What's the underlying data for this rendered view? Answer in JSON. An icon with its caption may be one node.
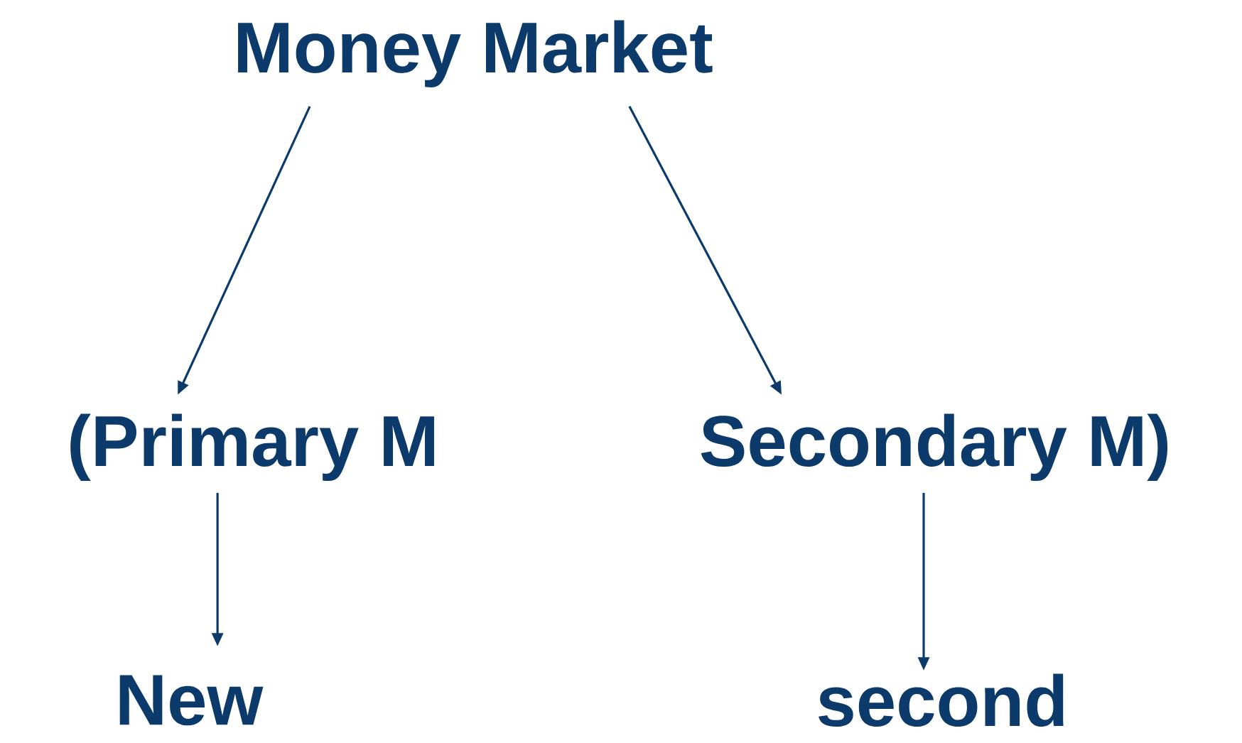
{
  "diagram": {
    "nodes": [
      {
        "text": [
          "Money Market"
        ]
      },
      {
        "text": [
          "(Primary M"
        ]
      },
      {
        "text": [
          "Secondary M)"
        ]
      },
      {
        "text": [
          "New"
        ]
      },
      {
        "text": [
          "second"
        ]
      }
    ],
    "edges": [
      {
        "from": 0,
        "to": 1,
        "arrow": "to"
      },
      {
        "from": 0,
        "to": 2,
        "arrow": "to"
      },
      {
        "from": 1,
        "to": 3,
        "arrow": "to"
      },
      {
        "from": 2,
        "to": 4,
        "arrow": "to"
      }
    ]
  }
}
